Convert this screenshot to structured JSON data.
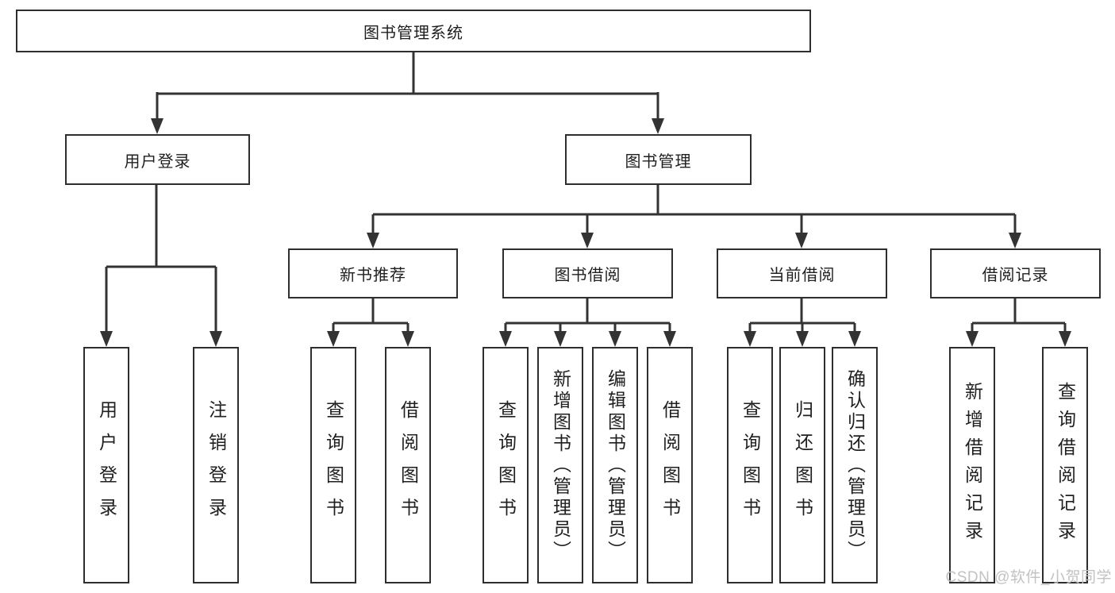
{
  "root": "图书管理系统",
  "level2": [
    "用户登录",
    "图书管理"
  ],
  "level3": [
    "新书推荐",
    "图书借阅",
    "当前借阅",
    "借阅记录"
  ],
  "leaves": {
    "user_login": [
      "用户登录",
      "注销登录"
    ],
    "new_book_recommend": [
      "查询图书",
      "借阅图书"
    ],
    "book_borrow": [
      "查询图书",
      "新增图书（管理员）",
      "编辑图书（管理员）",
      "借阅图书"
    ],
    "current_borrow": [
      "查询图书",
      "归还图书",
      "确认归还（管理员）"
    ],
    "borrow_record": [
      "新增借阅记录",
      "查询借阅记录"
    ]
  },
  "watermark": "CSDN @软件_小贺同学",
  "colors": {
    "line": "#333333",
    "box_border": "#2e2e2e",
    "text": "#1f1f1f",
    "watermark": "#c2c2c2",
    "background": "#ffffff"
  }
}
